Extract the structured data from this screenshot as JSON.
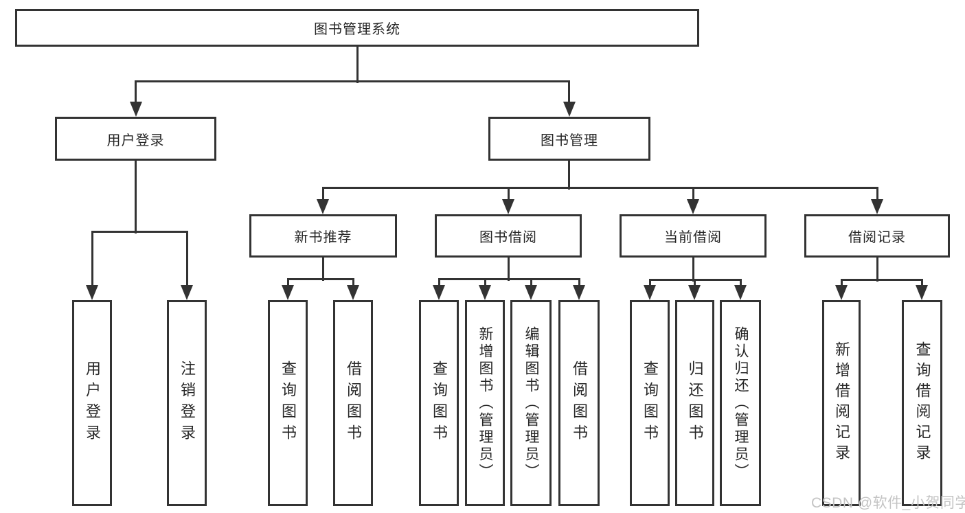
{
  "tree": {
    "label": "图书管理系统",
    "children": [
      {
        "label": "用户登录",
        "children": [
          {
            "label": "用户登录"
          },
          {
            "label": "注销登录"
          }
        ]
      },
      {
        "label": "图书管理",
        "children": [
          {
            "label": "新书推荐",
            "children": [
              {
                "label": "查询图书"
              },
              {
                "label": "借阅图书"
              }
            ]
          },
          {
            "label": "图书借阅",
            "children": [
              {
                "label": "查询图书"
              },
              {
                "label": "新增图书（管理员）"
              },
              {
                "label": "编辑图书（管理员）"
              },
              {
                "label": "借阅图书"
              }
            ]
          },
          {
            "label": "当前借阅",
            "children": [
              {
                "label": "查询图书"
              },
              {
                "label": "归还图书"
              },
              {
                "label": "确认归还（管理员）"
              }
            ]
          },
          {
            "label": "借阅记录",
            "children": [
              {
                "label": "新增借阅记录"
              },
              {
                "label": "查询借阅记录"
              }
            ]
          }
        ]
      }
    ]
  },
  "watermark": {
    "text": "CSDN @软件_小贺同学"
  },
  "colors": {
    "line": "#333333",
    "box_fill": "#ffffff",
    "label_text": "#262626",
    "watermark": "#c4c4c4"
  }
}
